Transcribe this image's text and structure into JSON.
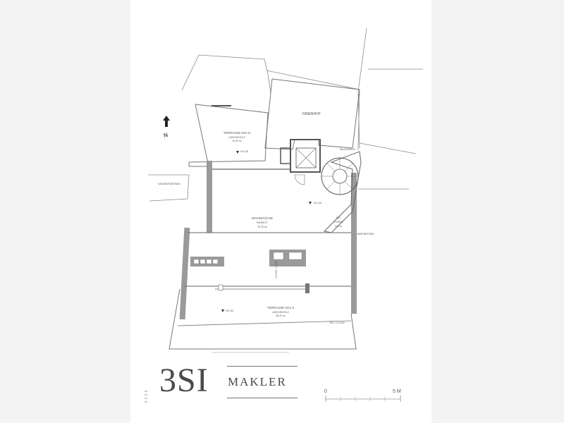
{
  "plan": {
    "courtyard_label": "INNENHOF",
    "terrace_north": {
      "name": "TERRASSE 0G2 N",
      "floor": "LÄRCHEHOLZ",
      "area": "13,40 m²",
      "level": "+24,34"
    },
    "living": {
      "name": "WOHNKÜCHE",
      "floor": "PARKETT",
      "area": "75,76 m²",
      "level": "+24,40"
    },
    "wc": {
      "name": "WC",
      "floor": "FLIESEN",
      "area": "1,80 m²"
    },
    "terrace_south": {
      "name": "TERRASSE 0G2 S",
      "floor": "LÄRCHEHOLZ",
      "area": "36,20 m²",
      "level": "+24,34"
    },
    "neighbor_left": "NACHBAR BESTAND",
    "neighbor_right": "NACHBAR BESTAND",
    "smoke_vent": "RAUCHABZUG",
    "stair_label": "14 STG. 17,5/27",
    "railing_label": "GEL. H=1,00M",
    "north_arrow_label": "N"
  },
  "logo": {
    "main": "3SI",
    "sub": "MAKLER"
  },
  "scale_bar": {
    "start": "0",
    "end": "5 M"
  },
  "colors": {
    "page": "#ffffff",
    "sides": "#f3f3f3",
    "lines": "#6b6b6b",
    "walls": "#8a8a8a"
  }
}
